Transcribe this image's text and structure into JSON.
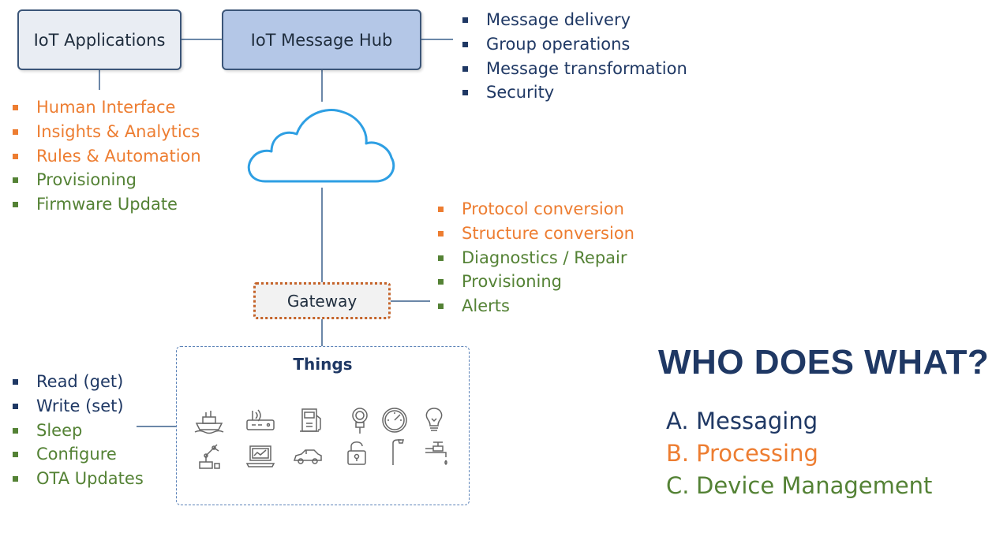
{
  "boxes": {
    "iot_applications": "IoT Applications",
    "iot_message_hub": "IoT Message Hub",
    "gateway": "Gateway",
    "things_title": "Things"
  },
  "hub_features": [
    {
      "label": "Message delivery",
      "color": "#1f3864"
    },
    {
      "label": "Group operations",
      "color": "#1f3864"
    },
    {
      "label": "Message transformation",
      "color": "#1f3864"
    },
    {
      "label": "Security",
      "color": "#1f3864"
    }
  ],
  "app_features": [
    {
      "label": "Human Interface",
      "color": "#ed7d31"
    },
    {
      "label": "Insights & Analytics",
      "color": "#ed7d31"
    },
    {
      "label": "Rules & Automation",
      "color": "#ed7d31"
    },
    {
      "label": "Provisioning",
      "color": "#548235"
    },
    {
      "label": "Firmware Update",
      "color": "#548235"
    }
  ],
  "gateway_features": [
    {
      "label": "Protocol conversion",
      "color": "#ed7d31"
    },
    {
      "label": "Structure conversion",
      "color": "#ed7d31"
    },
    {
      "label": "Diagnostics / Repair",
      "color": "#548235"
    },
    {
      "label": "Provisioning",
      "color": "#548235"
    },
    {
      "label": "Alerts",
      "color": "#548235"
    }
  ],
  "thing_features": [
    {
      "label": "Read (get)",
      "color": "#1f3864"
    },
    {
      "label": "Write (set)",
      "color": "#1f3864"
    },
    {
      "label": "Sleep",
      "color": "#548235"
    },
    {
      "label": "Configure",
      "color": "#548235"
    },
    {
      "label": "OTA Updates",
      "color": "#548235"
    }
  ],
  "headline": "WHO DOES WHAT?",
  "legend": [
    {
      "letter": "A.",
      "label": "Messaging",
      "color": "#1f3864"
    },
    {
      "letter": "B.",
      "label": "Processing",
      "color": "#ed7d31"
    },
    {
      "letter": "C.",
      "label": "Device Management",
      "color": "#548235"
    }
  ],
  "thing_icons": [
    "ship-icon",
    "router-icon",
    "fuel-pump-icon",
    "parking-meter-icon",
    "gauge-icon",
    "light-bulb-icon",
    "robot-arm-icon",
    "laptop-icon",
    "car-icon",
    "padlock-icon",
    "street-lamp-icon",
    "faucet-icon"
  ]
}
